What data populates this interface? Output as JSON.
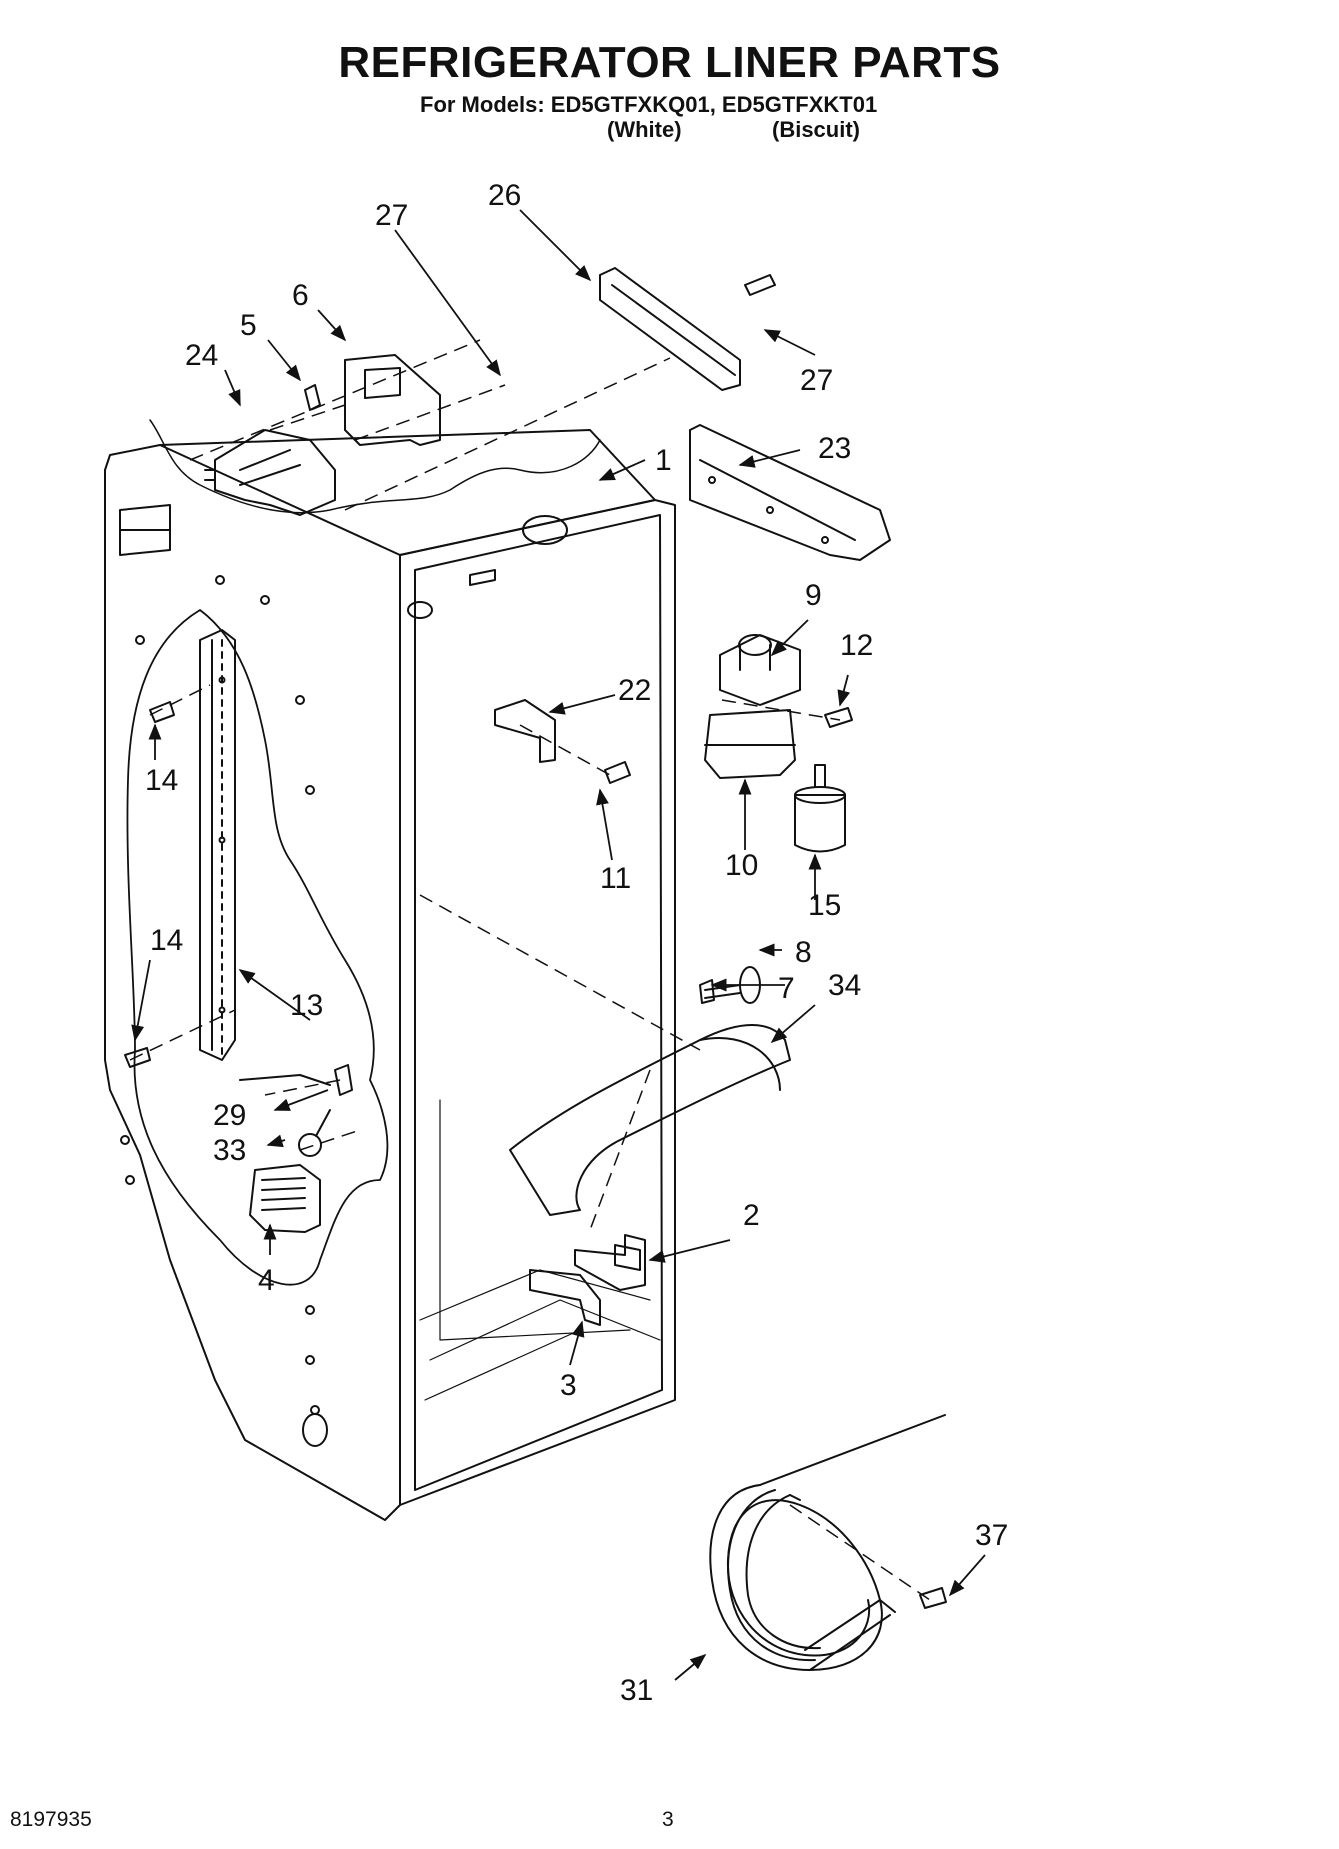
{
  "header": {
    "title": "REFRIGERATOR LINER PARTS",
    "models_line": "For Models: ED5GTFXKQ01, ED5GTFXKT01",
    "color_white": "(White)",
    "color_biscuit": "(Biscuit)"
  },
  "callouts": {
    "c1": "1",
    "c2": "2",
    "c3": "3",
    "c4": "4",
    "c5": "5",
    "c6": "6",
    "c7": "7",
    "c8": "8",
    "c9": "9",
    "c10": "10",
    "c11": "11",
    "c12": "12",
    "c13": "13",
    "c14a": "14",
    "c14b": "14",
    "c15": "15",
    "c22": "22",
    "c23": "23",
    "c24": "24",
    "c26": "26",
    "c27a": "27",
    "c27b": "27",
    "c29": "29",
    "c31": "31",
    "c33": "33",
    "c34": "34",
    "c37": "37"
  },
  "footer": {
    "doc_number": "8197935",
    "page_number": "3"
  },
  "colors": {
    "line": "#111111",
    "background": "#ffffff"
  }
}
